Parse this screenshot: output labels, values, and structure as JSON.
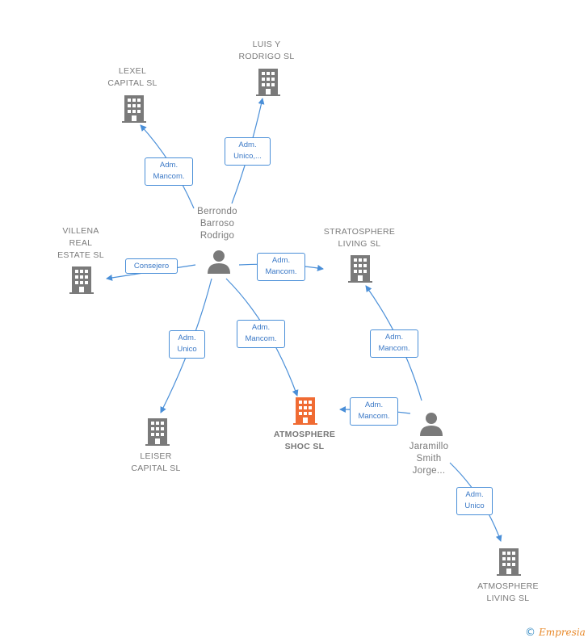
{
  "nodes": {
    "lexel": "LEXEL\nCAPITAL  SL",
    "luis": "LUIS Y\nRODRIGO  SL",
    "villena": "VILLENA\nREAL\nESTATE  SL",
    "berrondo": "Berrondo\nBarroso\nRodrigo",
    "stratosphere": "STRATOSPHERE\nLIVING  SL",
    "atmosphere_shoc": "ATMOSPHERE\nSHOC  SL",
    "leiser": "LEISER\nCAPITAL  SL",
    "jaramillo": "Jaramillo\nSmith\nJorge...",
    "atmosphere_living": "ATMOSPHERE\nLIVING  SL"
  },
  "edges": {
    "berrondo_lexel": "Adm.\nMancom.",
    "berrondo_luis": "Adm.\nUnico,...",
    "berrondo_villena": "Consejero",
    "berrondo_stratosphere": "Adm.\nMancom.",
    "berrondo_leiser": "Adm.\nUnico",
    "berrondo_shoc": "Adm.\nMancom.",
    "jaramillo_stratosphere": "Adm.\nMancom.",
    "jaramillo_shoc": "Adm.\nMancom.",
    "jaramillo_living": "Adm.\nUnico"
  },
  "colors": {
    "edge": "#4a8fd8",
    "company_icon": "#7a7a7a",
    "highlight_icon": "#f06b33",
    "person_icon": "#7a7a7a"
  },
  "brand": {
    "copyright": "©",
    "name": "Empresia"
  }
}
